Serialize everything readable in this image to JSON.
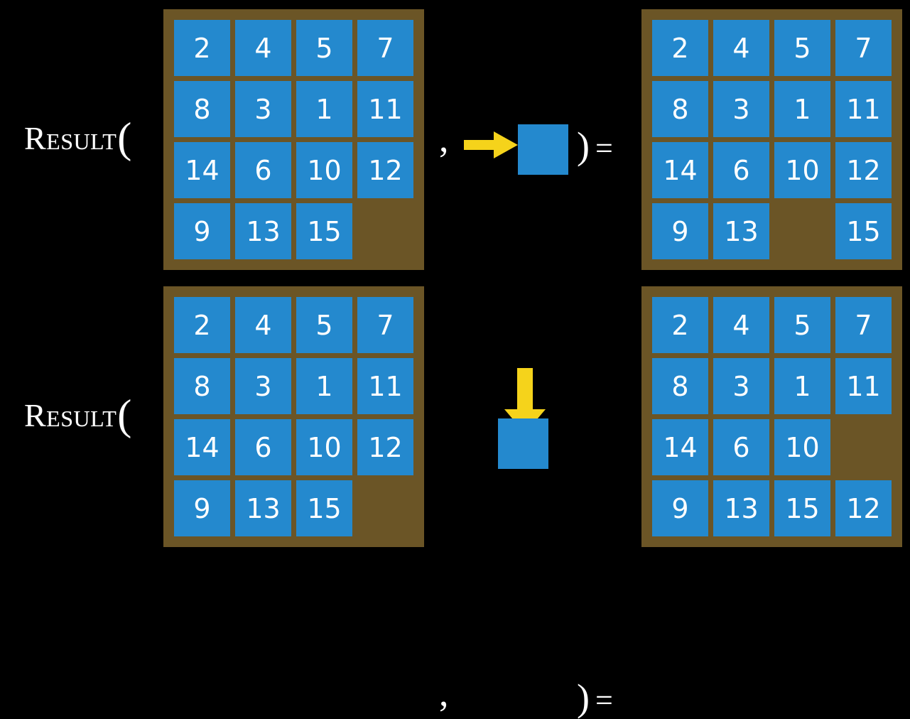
{
  "colors": {
    "background": "#000000",
    "tile": "#2489ce",
    "board": "#6b5526",
    "arrow": "#f5d31b",
    "text": "#ffffff"
  },
  "rows": [
    {
      "label": "Result",
      "open_paren": "(",
      "comma": ",",
      "close_paren": ")",
      "equals": "=",
      "move_icon": "arrow-right-icon",
      "move_direction": "right",
      "input_board": {
        "blank_row": 4,
        "blank_col": 4,
        "tiles": [
          [
            "2",
            "4",
            "5",
            "7"
          ],
          [
            "8",
            "3",
            "1",
            "11"
          ],
          [
            "14",
            "6",
            "10",
            "12"
          ],
          [
            "9",
            "13",
            "15",
            ""
          ]
        ]
      },
      "output_board": {
        "blank_row": 4,
        "blank_col": 3,
        "tiles": [
          [
            "2",
            "4",
            "5",
            "7"
          ],
          [
            "8",
            "3",
            "1",
            "11"
          ],
          [
            "14",
            "6",
            "10",
            "12"
          ],
          [
            "9",
            "13",
            "",
            "15"
          ]
        ]
      }
    },
    {
      "label": "Result",
      "open_paren": "(",
      "comma": ",",
      "close_paren": ")",
      "equals": "=",
      "move_icon": "arrow-down-icon",
      "move_direction": "down",
      "input_board": {
        "blank_row": 4,
        "blank_col": 4,
        "tiles": [
          [
            "2",
            "4",
            "5",
            "7"
          ],
          [
            "8",
            "3",
            "1",
            "11"
          ],
          [
            "14",
            "6",
            "10",
            "12"
          ],
          [
            "9",
            "13",
            "15",
            ""
          ]
        ]
      },
      "output_board": {
        "blank_row": 3,
        "blank_col": 4,
        "tiles": [
          [
            "2",
            "4",
            "5",
            "7"
          ],
          [
            "8",
            "3",
            "1",
            "11"
          ],
          [
            "14",
            "6",
            "10",
            ""
          ],
          [
            "9",
            "13",
            "15",
            "12"
          ]
        ]
      }
    }
  ]
}
